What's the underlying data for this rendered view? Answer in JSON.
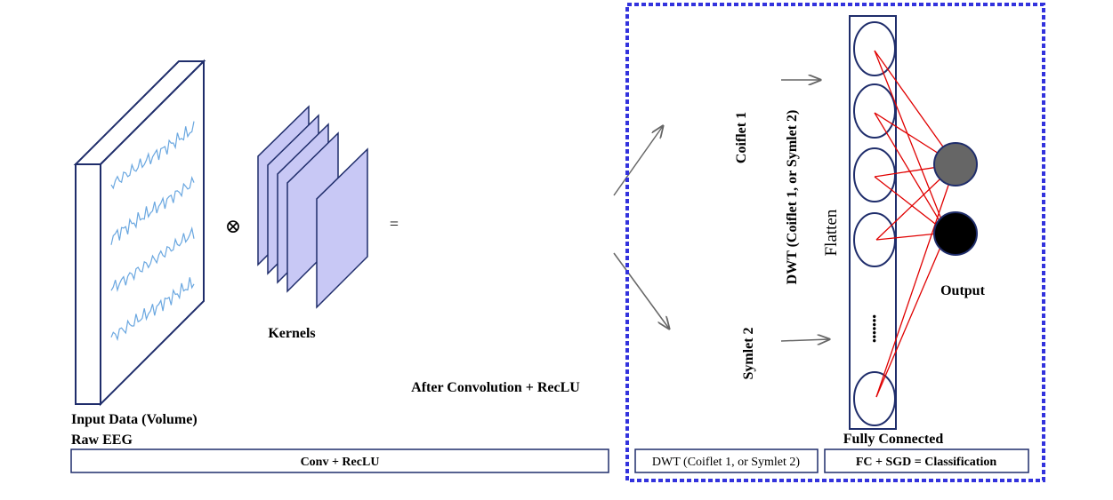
{
  "labels": {
    "input_line1": "Input Data (Volume)",
    "input_line2": "Raw EEG",
    "conv_operator": "⊗",
    "equals": "=",
    "kernels": "Kernels",
    "after_conv": "After Convolution + RecLU",
    "coiflet": "Coiflet 1",
    "symlet": "Symlet 2",
    "dwt_vertical": "DWT (Coiflet 1, or Symlet 2)",
    "flatten": "Flatten",
    "ellipsis_dots": "•••••••",
    "output": "Output",
    "fully_connected": "Fully Connected"
  },
  "boxes": {
    "conv_box": "Conv + RecLU",
    "dwt_box": "DWT (Coiflet 1, or Symlet 2)",
    "fc_box": "FC + SGD = Classification"
  },
  "colors": {
    "outline": "#1f2d6b",
    "kernel_fill": "#c8c8f5",
    "conv_fill": "#d0d0d0",
    "coiflet_fill": "#666666",
    "symlet_fill": "#8f8ff0",
    "dashed_border": "#3333dd",
    "connection": "#e00000",
    "eeg_wave": "#6aa7e0",
    "output_node_1": "#666666",
    "output_node_2": "#000000"
  }
}
